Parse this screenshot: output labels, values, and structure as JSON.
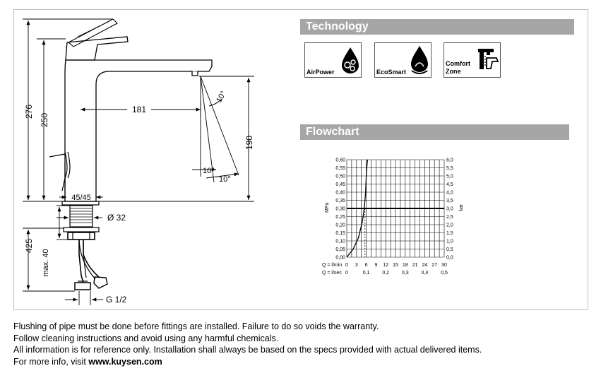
{
  "dimensions": {
    "d276": "276",
    "d250": "250",
    "d181": "181",
    "d190": "190",
    "angle1": "10°",
    "angle2": "10°",
    "angle3": "10°",
    "d4545": "45/45",
    "d32": "Ø 32",
    "d425": "425",
    "dmax40": "max. 40",
    "dg12": "G 1/2"
  },
  "technology": {
    "heading": "Technology",
    "items": [
      {
        "label": "AirPower",
        "icon": "airpower-icon"
      },
      {
        "label": "EcoSmart",
        "icon": "ecosmart-icon"
      },
      {
        "label_line1": "Comfort",
        "label_line2": "Zone",
        "icon": "comfort-zone-icon"
      }
    ]
  },
  "flowchart": {
    "heading": "Flowchart",
    "left_unit": "MPa",
    "right_unit": "bar",
    "q_lmin_label": "Q = l/min",
    "q_lsec_label": "Q = l/sec",
    "colors": {
      "line": "#000000",
      "grid": "#000000"
    }
  },
  "chart_data": {
    "type": "line",
    "title": "",
    "y_left_ticks": [
      "0,60",
      "0,55",
      "0,50",
      "0,45",
      "0,40",
      "0,35",
      "0,30",
      "0,25",
      "0,20",
      "0,15",
      "0,10",
      "0,05",
      "0,00"
    ],
    "y_right_ticks": [
      "6,0",
      "5,5",
      "5,0",
      "4,5",
      "4,0",
      "3,5",
      "3,0",
      "2,5",
      "2,0",
      "1,5",
      "1,0",
      "0,5",
      "0,0"
    ],
    "x_lmin_ticks": [
      "0",
      "3",
      "6",
      "9",
      "12",
      "15",
      "18",
      "21",
      "24",
      "27",
      "30"
    ],
    "x_lsec_ticks": [
      "0",
      "0,1",
      "0,2",
      "0,3",
      "0,4",
      "0,5"
    ],
    "ylim": [
      0,
      0.6
    ],
    "xlim": [
      0,
      30
    ],
    "reference_pressure_mpa": 0.3,
    "series": [
      {
        "x": [
          0,
          2,
          3.6,
          4.8,
          5.4,
          5.8,
          6.0,
          6.2,
          6.4
        ],
        "y": [
          0,
          0.05,
          0.12,
          0.22,
          0.3,
          0.4,
          0.5,
          0.56,
          0.6
        ]
      }
    ],
    "dashed_x": 5.6
  },
  "notes": {
    "line1": "Flushing of pipe must be done before fittings are installed. Failure to do so voids the warranty.",
    "line2": "Follow cleaning instructions and avoid using any harmful chemicals.",
    "line3": "All information is for reference only. Installation shall always be based on the specs provided with actual delivered items.",
    "line4_prefix": "For more info, visit ",
    "line4_link": "www.kuysen.com"
  }
}
